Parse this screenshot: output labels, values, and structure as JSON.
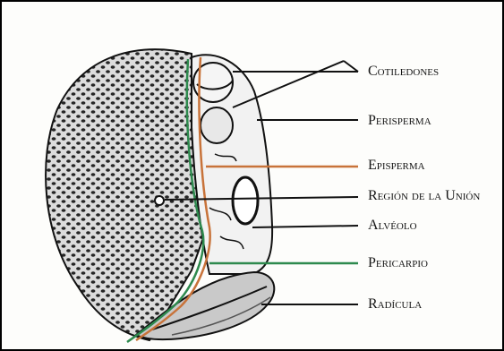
{
  "diagram": {
    "labels": {
      "cotiledones": "Cotiledones",
      "perisperma": "Perisperma",
      "episperma": "Episperma",
      "region_union": "Región de la Unión",
      "alveolo": "Alvéolo",
      "pericarpio": "Pericarpio",
      "radicula": "Radícula"
    },
    "colors": {
      "episperma_line": "#c8733a",
      "pericarpio_line": "#2e8a4e",
      "ink": "#111111",
      "paper": "#fdfdfb"
    }
  }
}
